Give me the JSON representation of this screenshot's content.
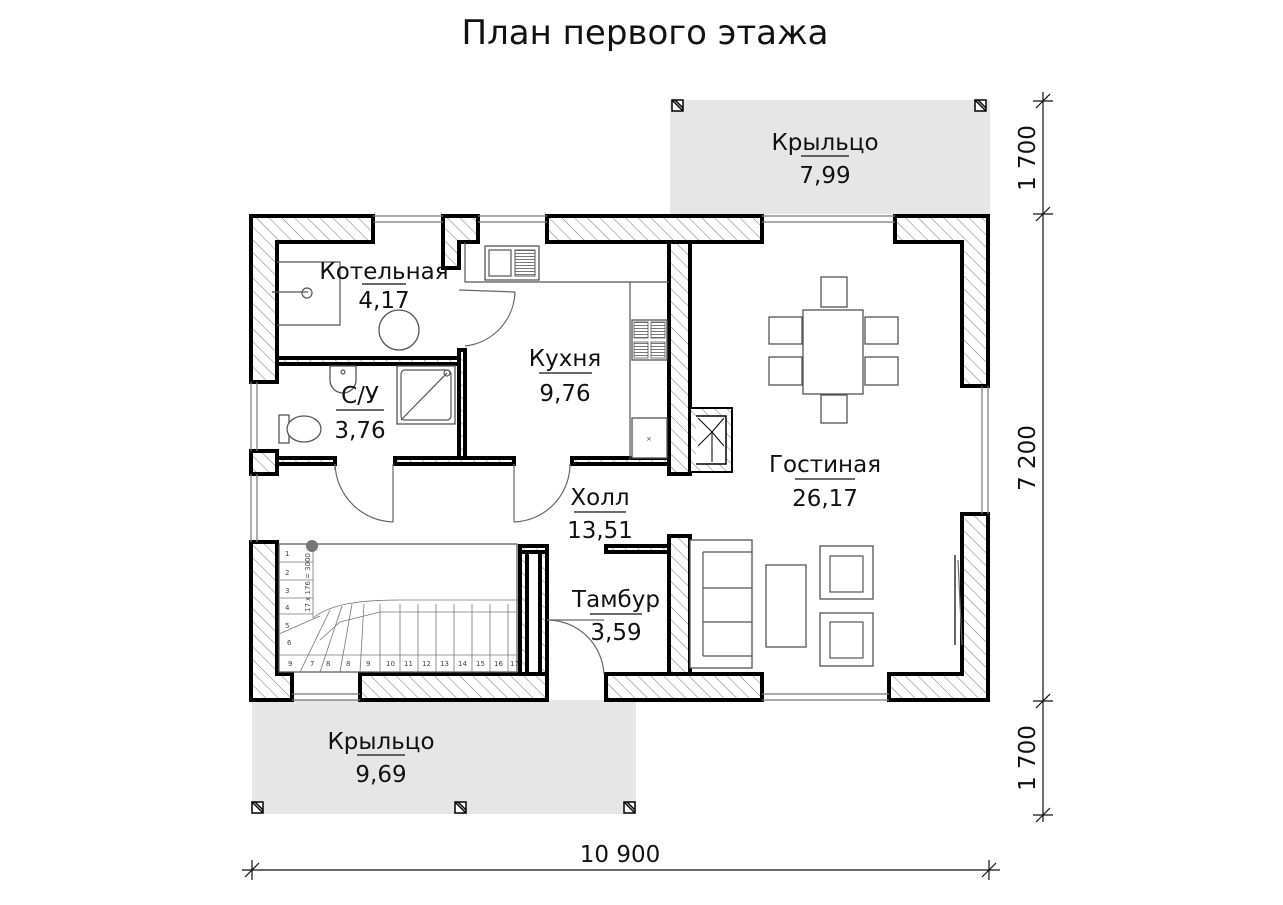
{
  "title": "План первого этажа",
  "rooms": [
    {
      "name": "Котельная",
      "area": "4,17"
    },
    {
      "name": "С/У",
      "area": "3,76"
    },
    {
      "name": "Кухня",
      "area": "9,76"
    },
    {
      "name": "Холл",
      "area": "13,51"
    },
    {
      "name": "Тамбур",
      "area": "3,59"
    },
    {
      "name": "Гостиная",
      "area": "26,17"
    },
    {
      "name": "Крыльцо",
      "area": "7,99"
    },
    {
      "name": "Крыльцо",
      "area": "9,69"
    }
  ],
  "dimensions": {
    "width": "10 900",
    "height": "7 200",
    "porch_top": "1 700",
    "porch_bottom": "1 700"
  },
  "stairs": {
    "steps": [
      "1",
      "2",
      "3",
      "4",
      "5",
      "6",
      "7",
      "8",
      "9",
      "10",
      "11",
      "12",
      "13",
      "14",
      "15",
      "16",
      "17"
    ],
    "label": "17 x 176 = 3000"
  }
}
